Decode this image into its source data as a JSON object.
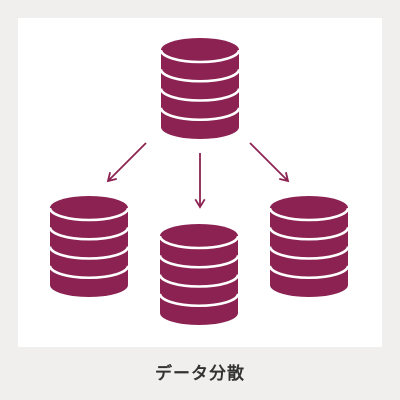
{
  "caption": "データ分散",
  "colors": {
    "database": "#8b2252",
    "band": "#ffffff",
    "arrow": "#8b2252",
    "frame": "#ffffff",
    "background": "#f0efed",
    "caption": "#333333"
  },
  "diagram": {
    "source": {
      "name": "source-database-icon"
    },
    "targets": [
      {
        "name": "target-database-icon-left"
      },
      {
        "name": "target-database-icon-center"
      },
      {
        "name": "target-database-icon-right"
      }
    ],
    "arrows": [
      "arrow-left",
      "arrow-center",
      "arrow-right"
    ]
  }
}
